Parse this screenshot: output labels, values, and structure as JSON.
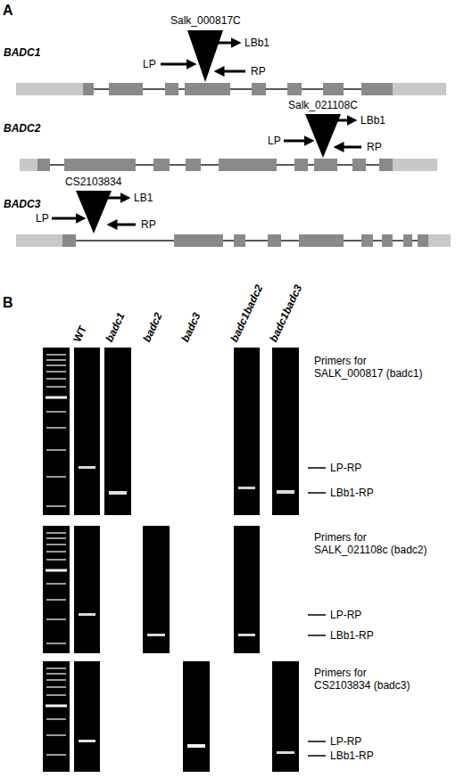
{
  "diagram": {
    "labels": [
      "A",
      "Salk_000817C",
      "BADC1",
      "LBb1",
      "LP",
      "RP",
      "BADC2",
      "Salk_021108C",
      "LBb1",
      "LP",
      "RP",
      "BADC3",
      "CS2103834",
      "LB1",
      "LP",
      "RP",
      "B",
      "WT",
      "badc1",
      "badc2",
      "badc3",
      "badc1badc2",
      "badc1badc3",
      "Primers for SALK_000817 (badc1)",
      "LP-RP",
      "LBb1-RP",
      "Primers for SALK_021108c (badc2)",
      "LP-RP",
      "LBb1-RP",
      "Primers for CS2103834 (badc3)",
      "LP-RP",
      "LBb1-RP"
    ]
  }
}
